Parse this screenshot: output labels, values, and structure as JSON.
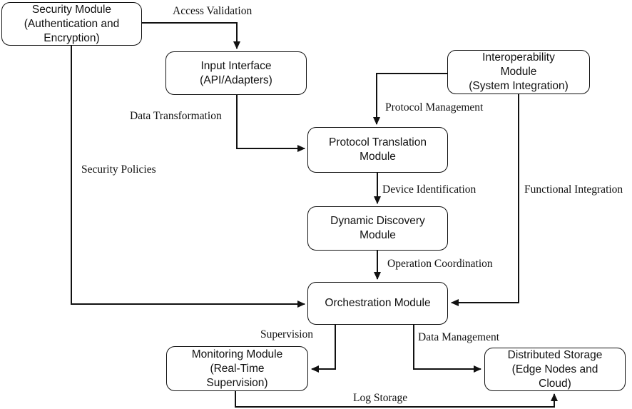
{
  "diagram": {
    "nodes": {
      "security_module": {
        "label": "Security Module\n(Authentication and\nEncryption)"
      },
      "input_interface": {
        "label": "Input Interface\n(API/Adapters)"
      },
      "interoperability_module": {
        "label": "Interoperability\nModule\n(System Integration)"
      },
      "protocol_translation_module": {
        "label": "Protocol Translation\nModule"
      },
      "dynamic_discovery_module": {
        "label": "Dynamic Discovery\nModule"
      },
      "orchestration_module": {
        "label": "Orchestration Module"
      },
      "monitoring_module": {
        "label": "Monitoring Module\n(Real-Time\nSupervision)"
      },
      "distributed_storage": {
        "label": "Distributed Storage\n(Edge Nodes and\nCloud)"
      }
    },
    "edge_labels": {
      "access_validation": "Access Validation",
      "security_policies": "Security Policies",
      "data_transformation": "Data Transformation",
      "protocol_management": "Protocol Management",
      "device_identification": "Device Identification",
      "operation_coordination": "Operation Coordination",
      "functional_integration": "Functional Integration",
      "supervision": "Supervision",
      "data_management": "Data Management",
      "log_storage": "Log Storage"
    },
    "colors": {
      "line": "#111111",
      "box_border": "#111111",
      "text": "#111111",
      "background": "#ffffff"
    }
  }
}
